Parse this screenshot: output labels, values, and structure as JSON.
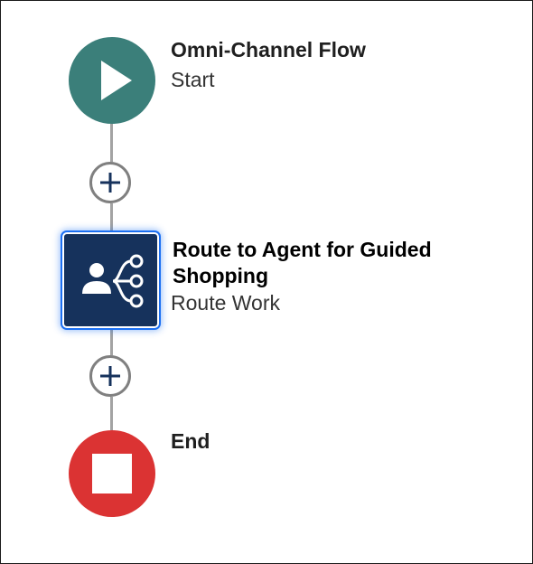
{
  "flow": {
    "start": {
      "title": "Omni-Channel Flow",
      "subtitle": "Start",
      "icon": "play-icon",
      "color": "#3b7f7a"
    },
    "route": {
      "title_line1": "Route to Agent for Guided",
      "title_line2": "Shopping",
      "subtitle": "Route Work",
      "icon": "route-work-icon",
      "color": "#16325c",
      "selected_outline": "#1b6ff2"
    },
    "end": {
      "title": "End",
      "icon": "stop-icon",
      "color": "#db3333"
    },
    "add_buttons": [
      {
        "icon": "plus-icon",
        "color": "#16325c"
      },
      {
        "icon": "plus-icon",
        "color": "#16325c"
      }
    ],
    "connector_color": "#a3a3a3"
  }
}
